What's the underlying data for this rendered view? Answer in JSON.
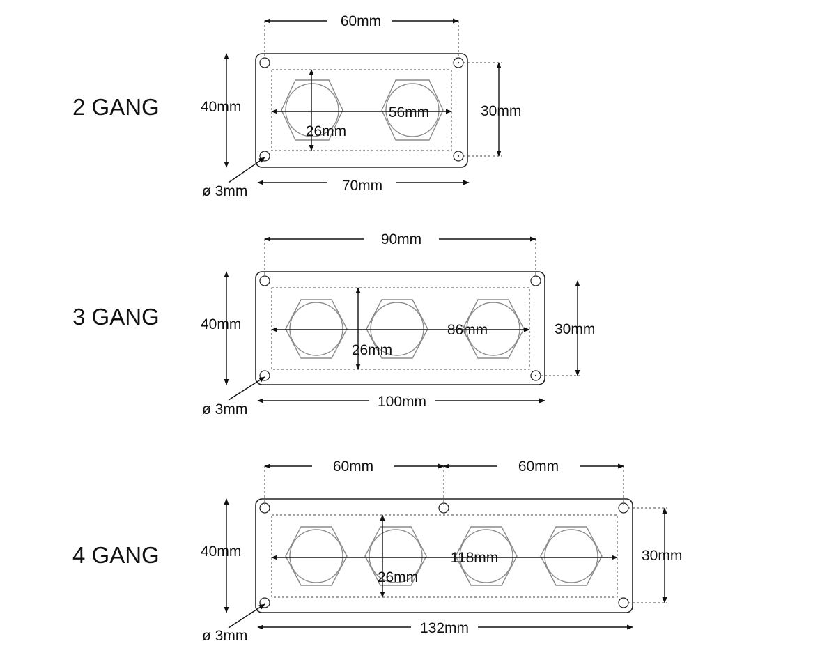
{
  "colors": {
    "line": "#222222",
    "nut": "#8a8a8a",
    "background": "#ffffff"
  },
  "panels": [
    {
      "name": "2 GANG",
      "switch_count": 2,
      "hole_spacing_label": "60mm",
      "plate_height_label": "40mm",
      "mount_height_label": "30mm",
      "switch_span_label": "56mm",
      "switch_diameter_label": "26mm",
      "plate_width_label": "70mm",
      "hole_diameter_label": "ø 3mm"
    },
    {
      "name": "3 GANG",
      "switch_count": 3,
      "hole_spacing_label": "90mm",
      "plate_height_label": "40mm",
      "mount_height_label": "30mm",
      "switch_span_label": "86mm",
      "switch_diameter_label": "26mm",
      "plate_width_label": "100mm",
      "hole_diameter_label": "ø 3mm"
    },
    {
      "name": "4 GANG",
      "switch_count": 4,
      "hole_spacing_left_label": "60mm",
      "hole_spacing_right_label": "60mm",
      "plate_height_label": "40mm",
      "mount_height_label": "30mm",
      "switch_span_label": "118mm",
      "switch_diameter_label": "26mm",
      "plate_width_label": "132mm",
      "hole_diameter_label": "ø 3mm"
    }
  ]
}
